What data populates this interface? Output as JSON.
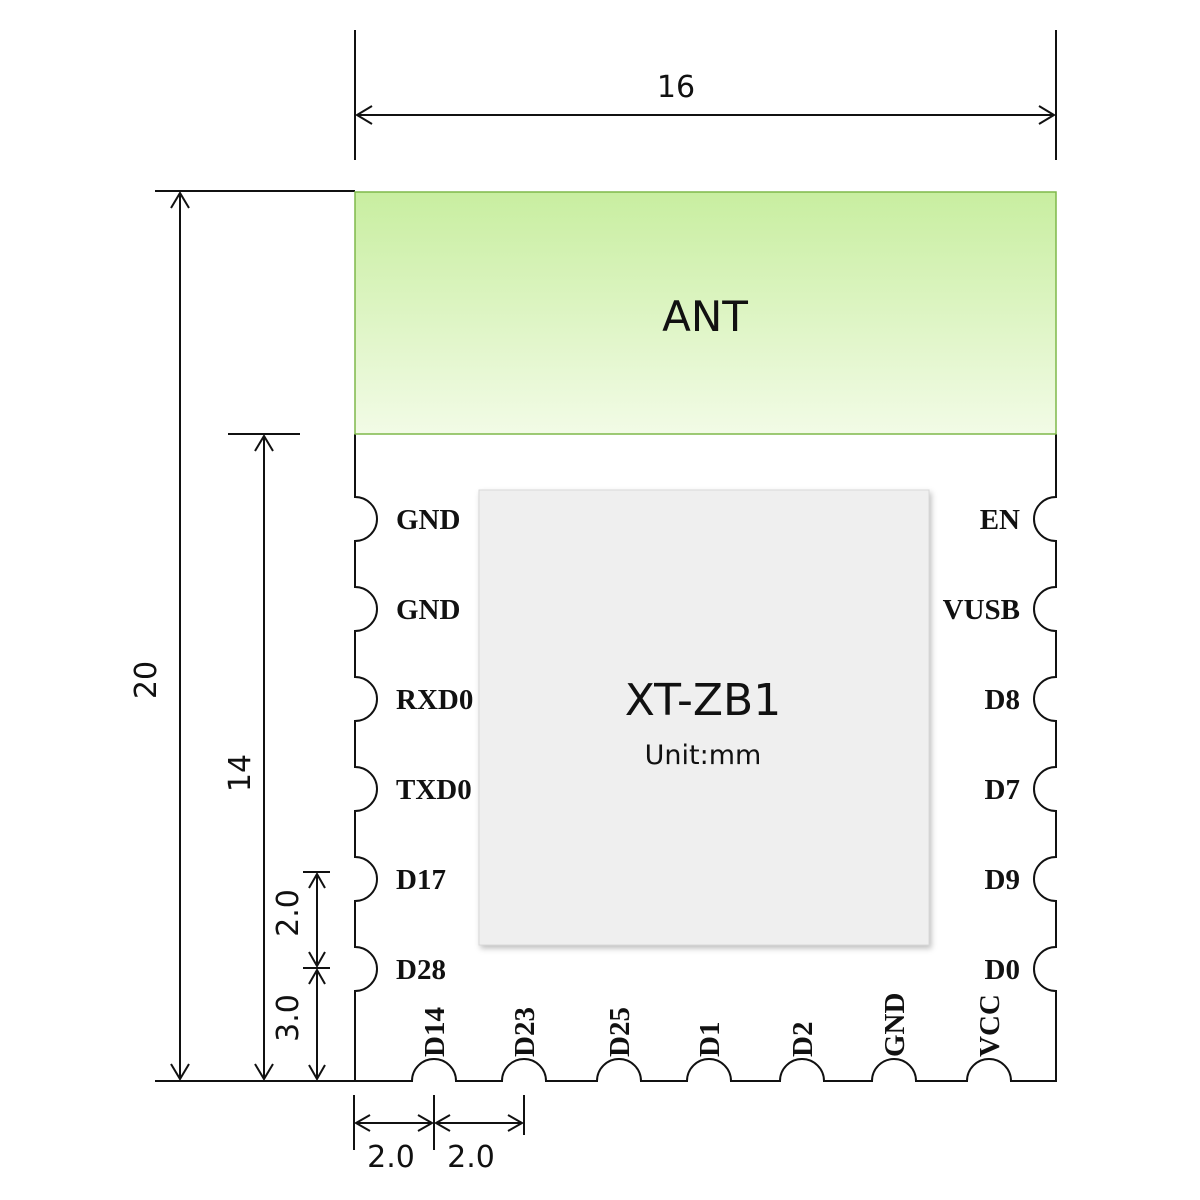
{
  "dimensions": {
    "width": "16",
    "height": "20",
    "body_height": "14",
    "pin_pitch_v": "2.0",
    "pin_offset_v": "3.0",
    "pin_offset_h": "2.0",
    "pin_pitch_h": "2.0"
  },
  "antenna": {
    "label": "ANT",
    "color_top": "#c8eea0",
    "color_bottom": "#f2fbe6"
  },
  "chip": {
    "title": "XT-ZB1",
    "unit": "Unit:mm"
  },
  "pins": {
    "left": [
      "GND",
      "GND",
      "RXD0",
      "TXD0",
      "D17",
      "D28"
    ],
    "right": [
      "EN",
      "VUSB",
      "D8",
      "D7",
      "D9",
      "D0"
    ],
    "bottom": [
      "D14",
      "D23",
      "D25",
      "D1",
      "D2",
      "GND",
      "VCC"
    ]
  }
}
